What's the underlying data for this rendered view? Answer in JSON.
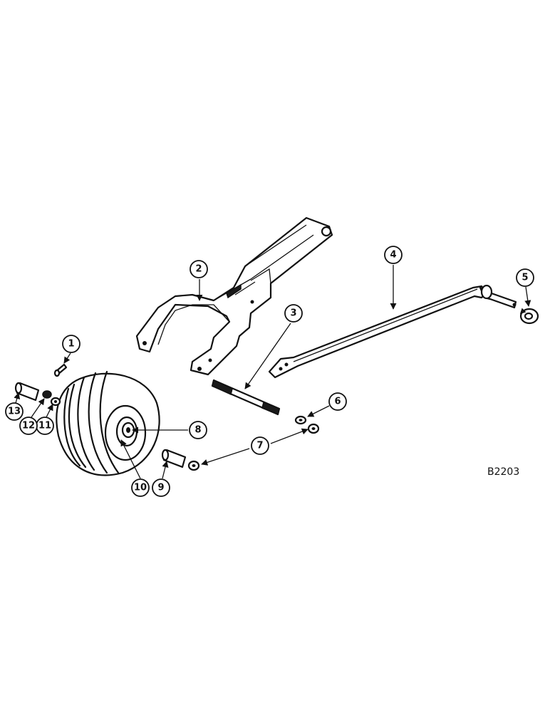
{
  "callouts": [
    "1",
    "2",
    "3",
    "4",
    "5",
    "6",
    "7",
    "8",
    "9",
    "10",
    "11",
    "12",
    "13"
  ],
  "drawing_code": "B2203"
}
